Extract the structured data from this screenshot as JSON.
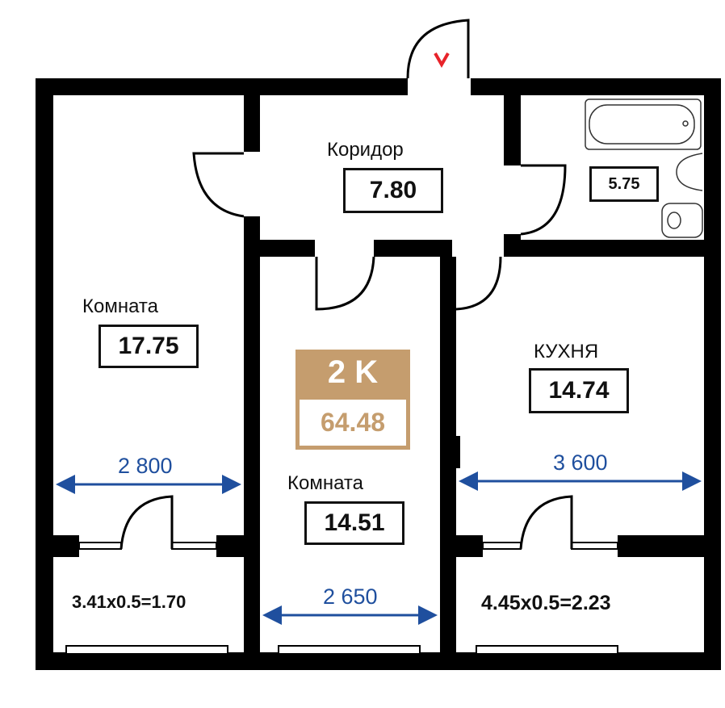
{
  "plan": {
    "type_badge": "2 K",
    "total_area": "64.48",
    "accent_color": "#c59d6e",
    "dimension_color": "#1f4f9e",
    "rooms": [
      {
        "name": "Коридор",
        "area": "7.80"
      },
      {
        "name": "",
        "area": "5.75"
      },
      {
        "name": "Комната",
        "area": "17.75"
      },
      {
        "name": "Комната",
        "area": "14.51"
      },
      {
        "name": "КУХНЯ",
        "area": "14.74"
      }
    ],
    "balconies": [
      "3.41x0.5=1.70",
      "4.45x0.5=2.23"
    ],
    "dimensions": [
      "2 800",
      "2 650",
      "3 600"
    ],
    "entrance_icon": "chevron-down-icon"
  }
}
